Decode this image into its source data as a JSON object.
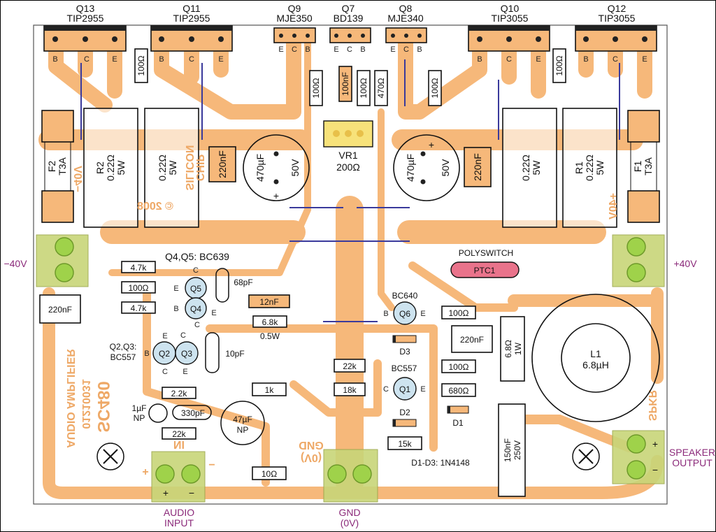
{
  "colors": {
    "copper": "#f6b87a",
    "terminal": "#c8d578",
    "screw": "#9fd24a",
    "transistor": "#cde3ef",
    "jumper": "#3a3a9c",
    "external_label": "#8b2a7a",
    "ptc": "#e9738b",
    "trimpot": "#f7e27a"
  },
  "power_transistors": [
    {
      "ref": "Q13",
      "part": "TIP2955",
      "pins": [
        "B",
        "C",
        "E"
      ]
    },
    {
      "ref": "Q11",
      "part": "TIP2955",
      "pins": [
        "B",
        "C",
        "E"
      ]
    },
    {
      "ref": "Q10",
      "part": "TIP3055",
      "pins": [
        "B",
        "C",
        "E"
      ]
    },
    {
      "ref": "Q12",
      "part": "TIP3055",
      "pins": [
        "B",
        "C",
        "E"
      ]
    }
  ],
  "driver_transistors": [
    {
      "ref": "Q9",
      "part": "MJE350",
      "pins": [
        "E",
        "C",
        "B"
      ]
    },
    {
      "ref": "Q7",
      "part": "BD139",
      "pins": [
        "E",
        "C",
        "B"
      ]
    },
    {
      "ref": "Q8",
      "part": "MJE340",
      "pins": [
        "E",
        "C",
        "B"
      ]
    }
  ],
  "top_resistors": [
    "100Ω",
    "100Ω",
    "100nF",
    "100Ω",
    "470Ω",
    "100Ω",
    "100Ω"
  ],
  "vr1": {
    "ref": "VR1",
    "value": "200Ω"
  },
  "caps_470": {
    "value": "470µF",
    "voltage": "50V",
    "plus": "+"
  },
  "cap_220nF": "220nF",
  "emitter_resistors": [
    {
      "ref": "R2",
      "value": "0.22Ω",
      "power": "5W"
    },
    {
      "ref": "",
      "value": "0.22Ω",
      "power": "5W"
    },
    {
      "ref": "",
      "value": "0.22Ω",
      "power": "5W"
    },
    {
      "ref": "R1",
      "value": "0.22Ω",
      "power": "5W"
    }
  ],
  "fuses": [
    {
      "ref": "F2",
      "rating": "T3A"
    },
    {
      "ref": "F1",
      "rating": "T3A"
    }
  ],
  "silkscreen": {
    "brand1": "SILICON",
    "brand2": "CHIP",
    "copyright": "© 2008",
    "minus40": "−40V",
    "plus40": "+40V",
    "title": "AUDIO AMPLIFIER",
    "code": "01210031",
    "board": "SC480",
    "in": "IN",
    "gnd": "GND",
    "zero": "(0V)",
    "spkr": "SPKR",
    "plus": "+",
    "minus": "−"
  },
  "supply": {
    "neg": "−40V",
    "pos": "+40V"
  },
  "q4q5_label": "Q4,Q5: BC639",
  "input_stage": {
    "r1": "4.7k",
    "r2": "100Ω",
    "r3": "4.7k",
    "q5": "Q5",
    "q4": "Q4",
    "c68": "68pF",
    "c220": "220nF",
    "c12": "12nF",
    "r68": "6.8k",
    "r68w": "0.5W",
    "q23_label1": "Q2,Q3:",
    "q23_label2": "BC557",
    "q2": "Q2",
    "q3": "Q3",
    "c10": "10pF",
    "r22a": "2.2k",
    "c1u1": "1µF",
    "c1u2": "NP",
    "c330": "330pF",
    "r22k": "22k",
    "c47a": "47µF",
    "c47b": "NP",
    "r1k": "1k",
    "r22k2": "22k",
    "r18k": "18k",
    "r10": "10Ω"
  },
  "vas": {
    "bc640": "BC640",
    "q6": "Q6",
    "r100a": "100Ω",
    "d3": "D3",
    "c220": "220nF",
    "bc557": "BC557",
    "q1": "Q1",
    "r100b": "100Ω",
    "r680": "680Ω",
    "d2": "D2",
    "d1": "D1",
    "r15k": "15k",
    "diode_note": "D1-D3: 1N4148"
  },
  "polyswitch": {
    "label": "POLYSWITCH",
    "ref": "PTC1"
  },
  "zobel": {
    "r": "6.8Ω",
    "rw": "1W",
    "c": "150nF",
    "cv": "250V"
  },
  "inductor": {
    "ref": "L1",
    "value": "6.8µH"
  },
  "terminals": {
    "audio": {
      "label1": "AUDIO",
      "label2": "INPUT",
      "plus": "+",
      "minus": "−"
    },
    "gnd": {
      "label1": "GND",
      "label2": "(0V)"
    },
    "speaker": {
      "label1": "SPEAKER",
      "label2": "OUTPUT",
      "plus": "+",
      "minus": "−"
    }
  },
  "pin_letters": {
    "B": "B",
    "C": "C",
    "E": "E"
  }
}
